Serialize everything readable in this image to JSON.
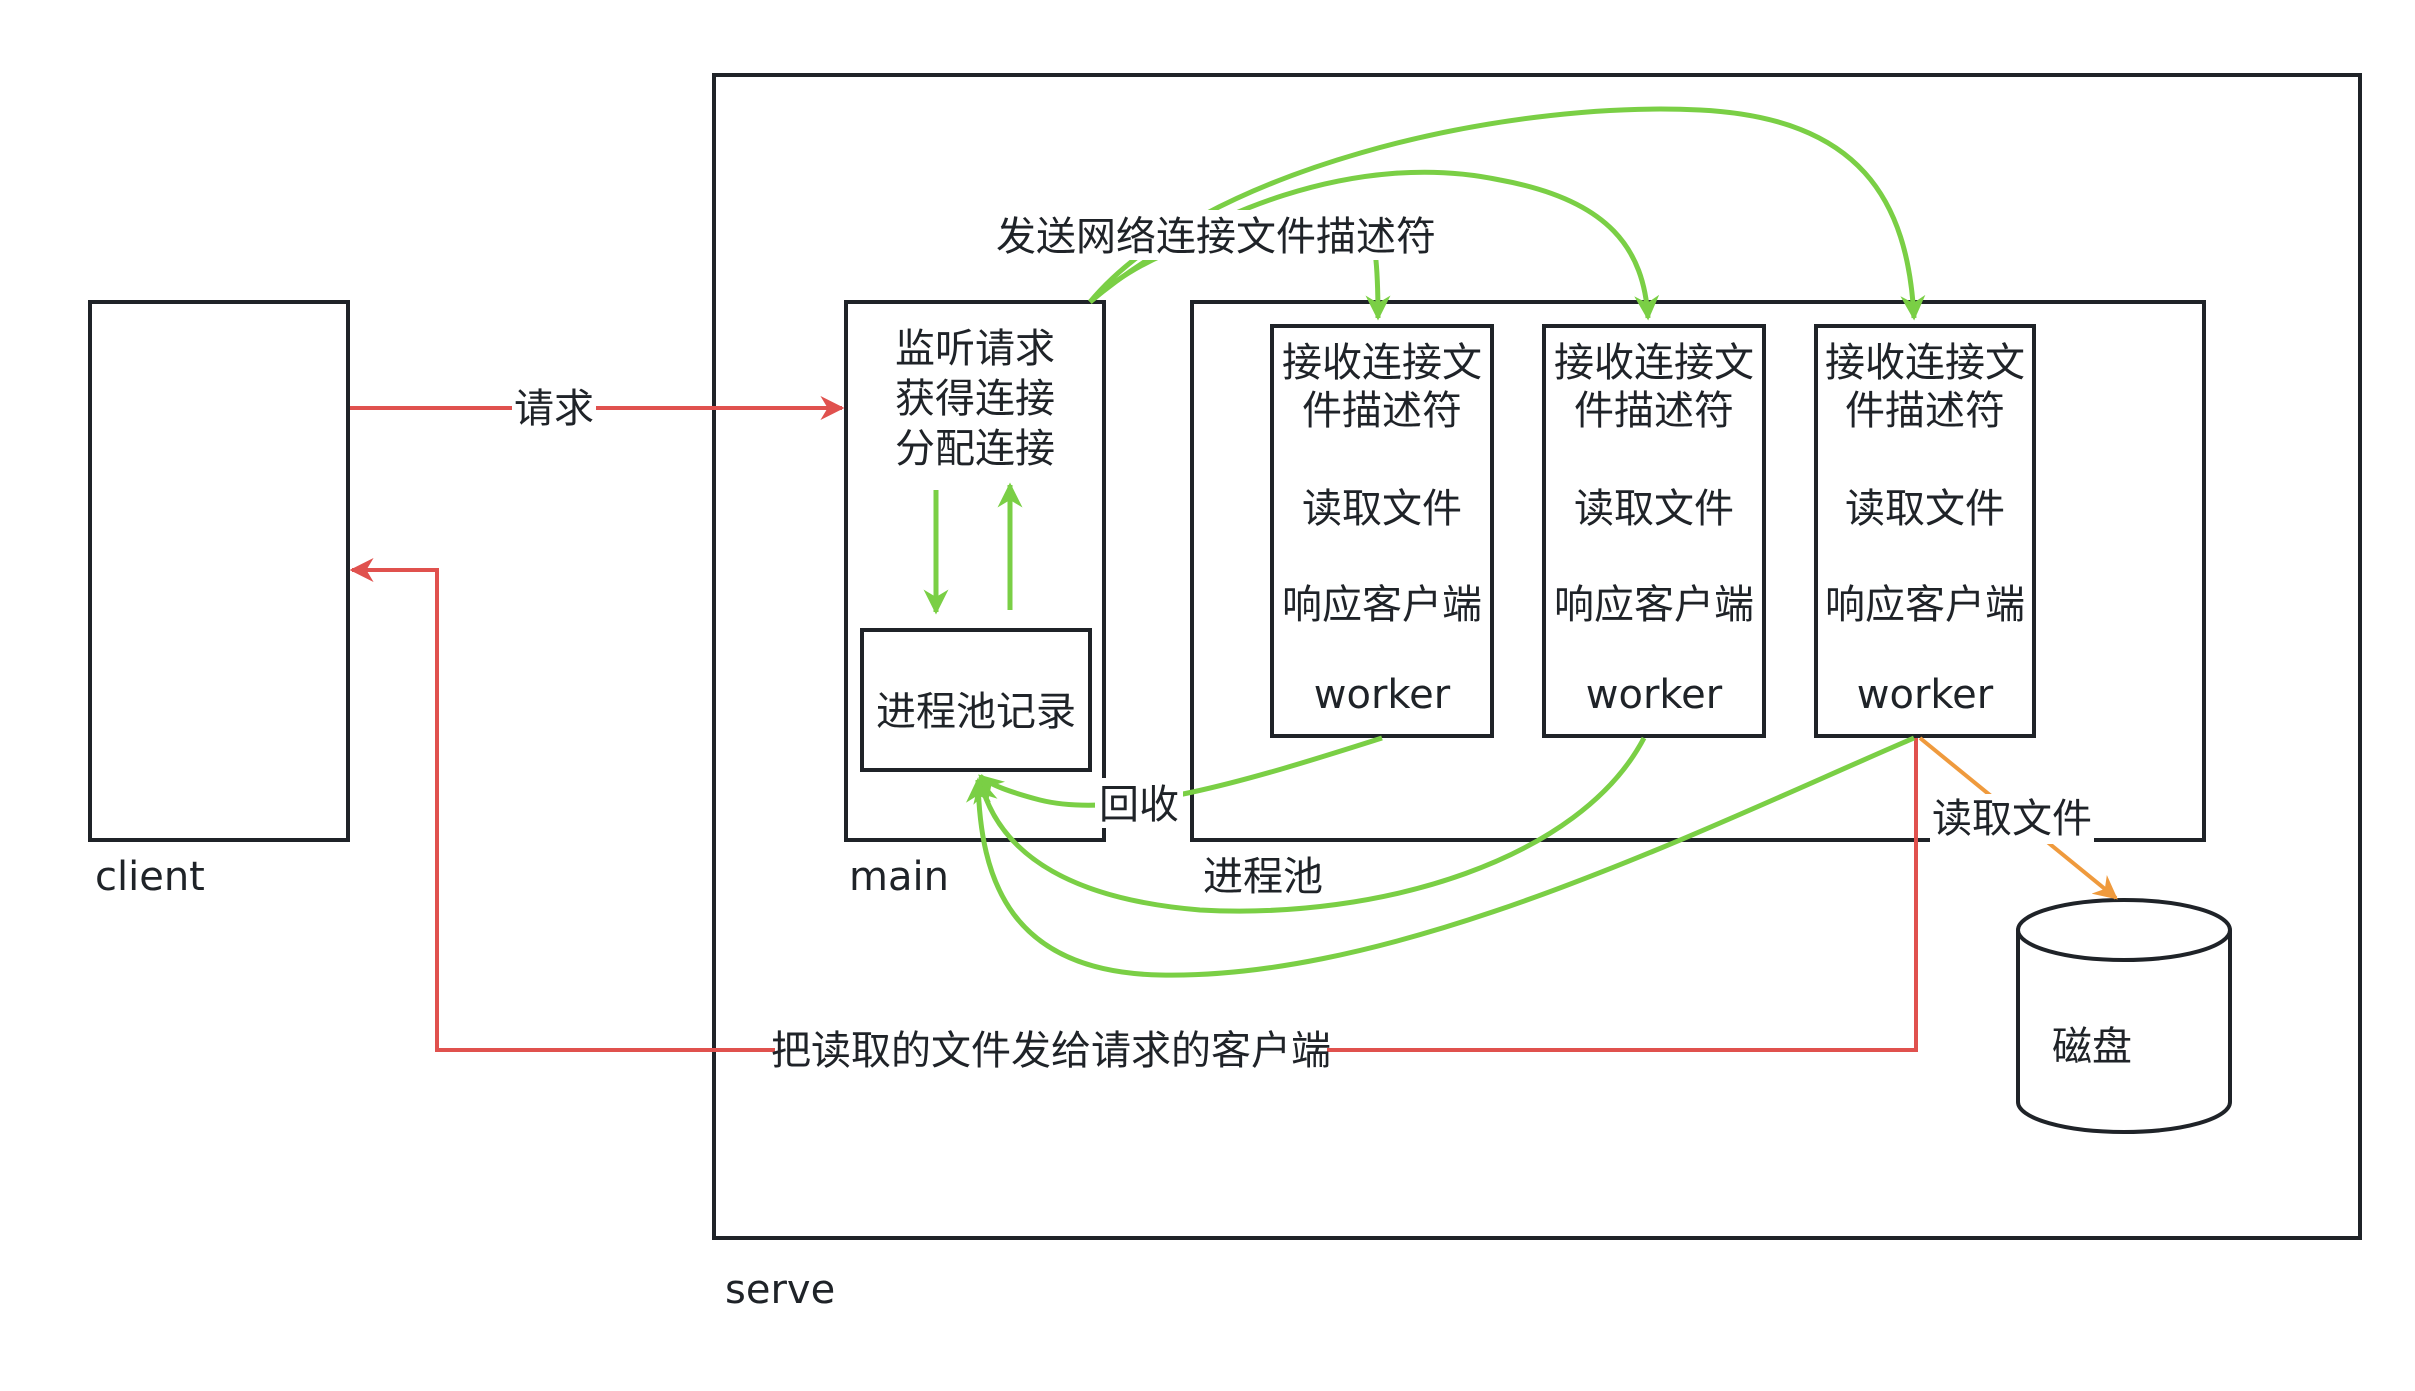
{
  "colors": {
    "request_arrow": "#e0514e",
    "process_arrow": "#7acf45",
    "read_arrow": "#ef9a3d",
    "border": "#1f2328"
  },
  "labels": {
    "client": "client",
    "serve": "serve",
    "main": "main",
    "pool": "进程池",
    "request": "请求",
    "send_fd": "发送网络连接文件描述符",
    "recycle": "回收",
    "read_file": "读取文件",
    "send_back": "把读取的文件发给请求的客户端",
    "disk": "磁盘",
    "pool_record": "进程池记录"
  },
  "main_lines": [
    "监听请求",
    "获得连接",
    "分配连接"
  ],
  "workers": [
    {
      "line1": "接收连接文",
      "line2": "件描述符",
      "read": "读取文件",
      "respond": "响应客户端",
      "name": "worker"
    },
    {
      "line1": "接收连接文",
      "line2": "件描述符",
      "read": "读取文件",
      "respond": "响应客户端",
      "name": "worker"
    },
    {
      "line1": "接收连接文",
      "line2": "件描述符",
      "read": "读取文件",
      "respond": "响应客户端",
      "name": "worker"
    }
  ]
}
